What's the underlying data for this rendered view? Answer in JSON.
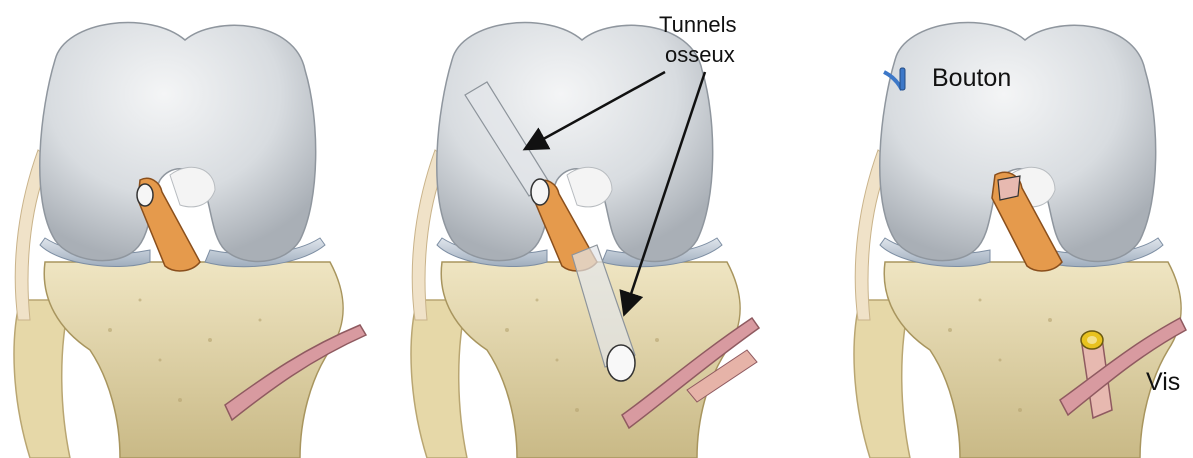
{
  "panels": [
    {
      "id": "panel-1"
    },
    {
      "id": "panel-2",
      "labels": {
        "tunnels_line1": "Tunnels",
        "tunnels_line2": "osseux"
      }
    },
    {
      "id": "panel-3",
      "labels": {
        "bouton": "Bouton",
        "vis": "Vis"
      }
    }
  ],
  "colors": {
    "femur": "#d8dce0",
    "femur_shadow": "#a9afb6",
    "tibia": "#e9ddb3",
    "tibia_shadow": "#c9b986",
    "meniscus": "#c3cdd8",
    "graft": "#e59a4c",
    "ligament": "#f2f2f2",
    "tendon": "#d89aa0",
    "tunnel": "#e3e6ea",
    "button": "#3d78c8",
    "screw": "#e8c21f"
  },
  "icons": [
    "arrow-icon",
    "button-fixation-icon",
    "screw-icon"
  ]
}
